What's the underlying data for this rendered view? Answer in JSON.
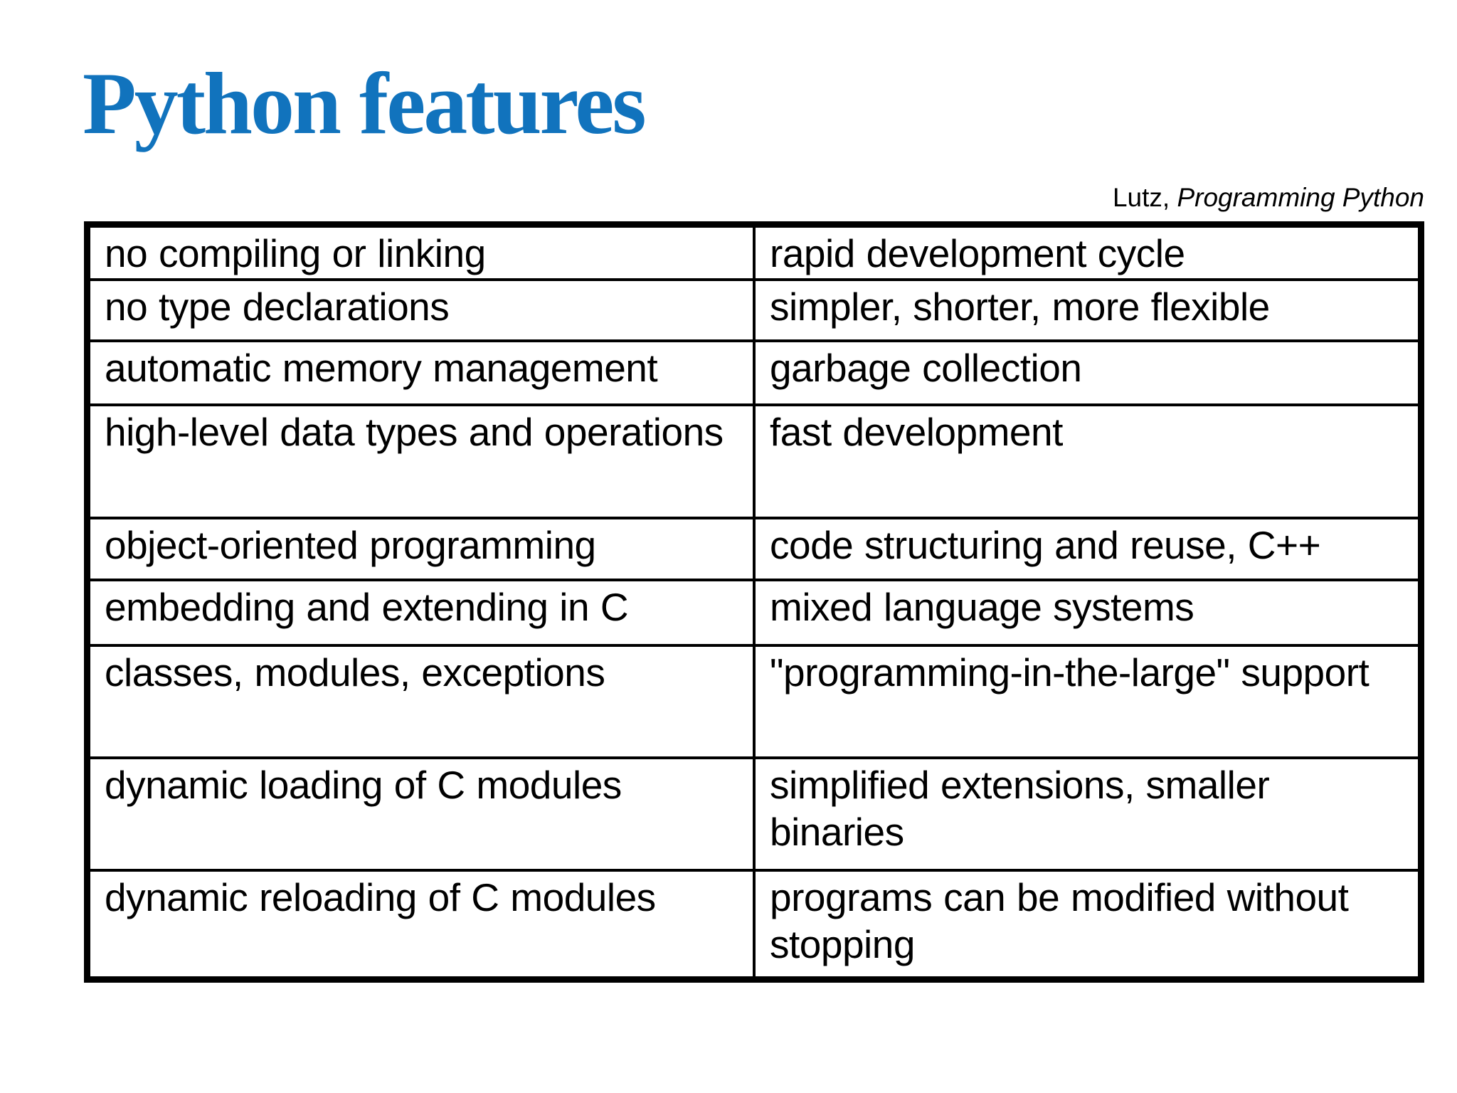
{
  "slide": {
    "title": "Python features",
    "attribution": {
      "prefix": "Lutz, ",
      "book": "Programming Python"
    },
    "colors": {
      "title_blue": "#1173bd",
      "text": "#000000",
      "border": "#000000",
      "background": "#ffffff"
    }
  },
  "table": {
    "rows": [
      {
        "left": "no compiling or linking",
        "right": "rapid development cycle"
      },
      {
        "left": "no type declarations",
        "right": "simpler, shorter, more flexible"
      },
      {
        "left": "automatic memory management",
        "right": "garbage collection"
      },
      {
        "left": "high-level data types and operations",
        "right": "fast development"
      },
      {
        "left": "object-oriented programming",
        "right": "code structuring and reuse, C++"
      },
      {
        "left": "embedding and extending in C",
        "right": "mixed language systems"
      },
      {
        "left": "classes, modules, exceptions",
        "right": "\"programming-in-the-large\" support"
      },
      {
        "left": "dynamic loading of C modules",
        "right": "simplified extensions, smaller binaries"
      },
      {
        "left": "dynamic reloading of C modules",
        "right": "programs can be modified without stopping"
      }
    ]
  }
}
